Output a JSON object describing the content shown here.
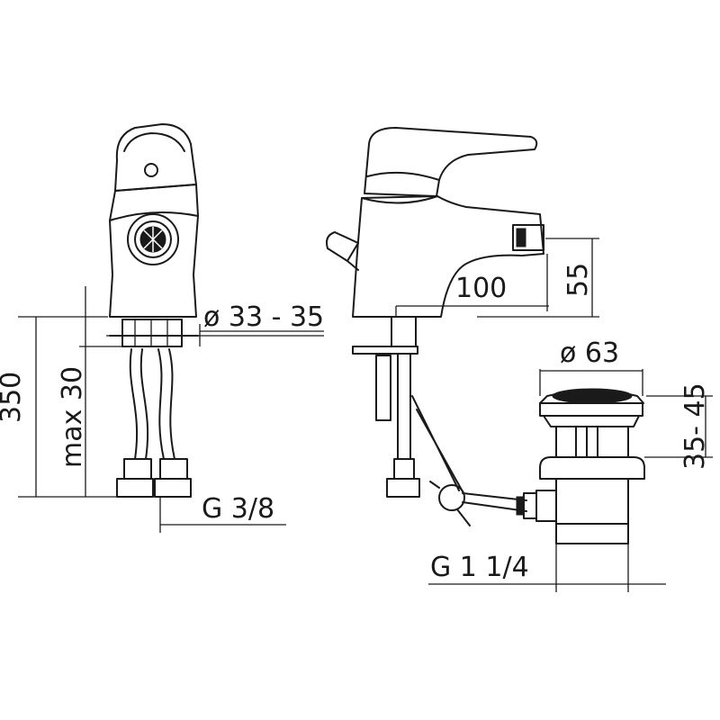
{
  "front_view": {
    "total_height_label": "350",
    "max_thickness_label": "max 30",
    "hole_diameter_label": "ø 33 - 35",
    "inlet_thread_label": "G 3/8"
  },
  "side_view": {
    "spout_reach_label": "100",
    "spout_height_label": "55"
  },
  "waste_view": {
    "plug_diameter_label": "ø 63",
    "range_upper_label": "35- 45",
    "outlet_thread_label": "G 1 1/4"
  },
  "colors": {
    "line": "#1a1a1a",
    "background": "#ffffff"
  }
}
